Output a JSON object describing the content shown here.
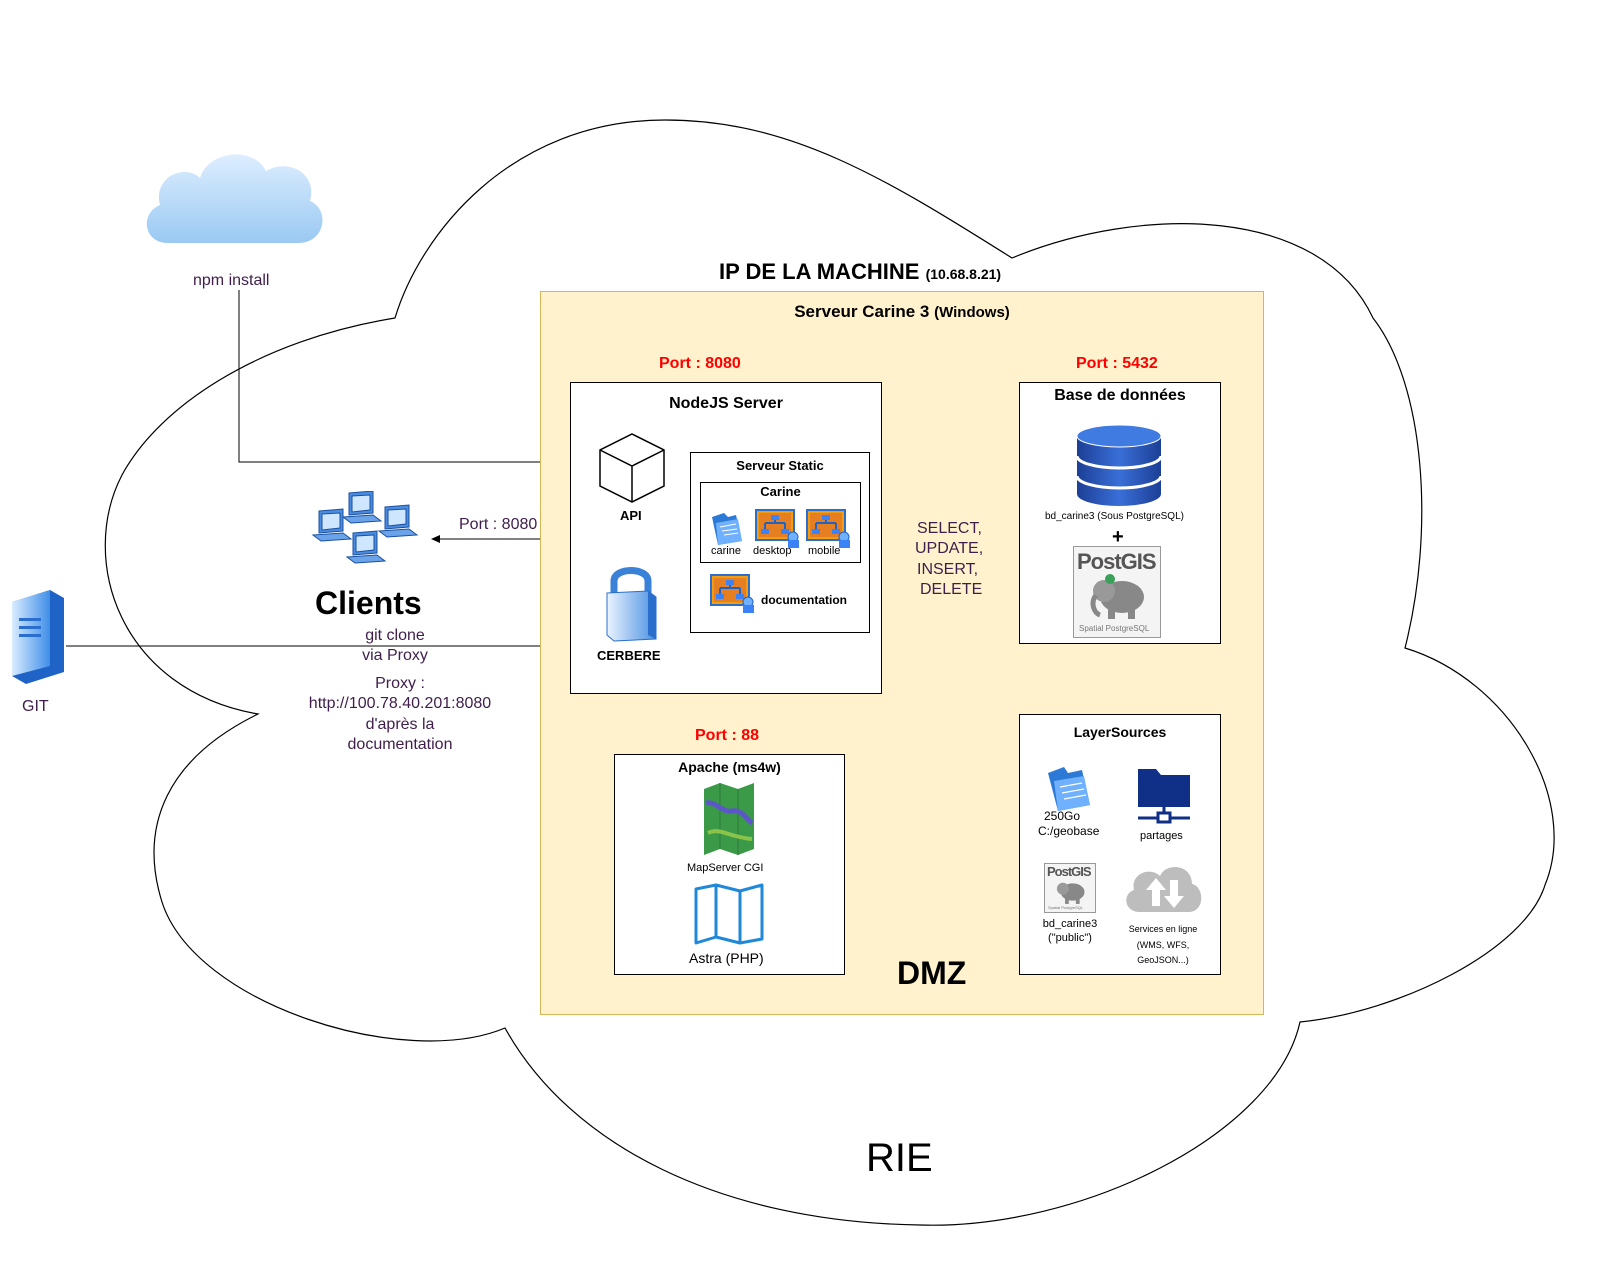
{
  "env": {
    "label": "RIE"
  },
  "machine": {
    "title": "IP DE LA MACHINE",
    "ip": "(10.68.8.21)"
  },
  "server": {
    "title": "Serveur Carine 3",
    "os": "(Windows)",
    "zone_label": "DMZ"
  },
  "npm": {
    "label": "npm install"
  },
  "git": {
    "label": "GIT"
  },
  "clients": {
    "label": "Clients",
    "port_label": "Port : 8080",
    "git_clone_line1": "git clone",
    "git_clone_line2": "via Proxy",
    "proxy_line1": "Proxy :",
    "proxy_line2": "http://100.78.40.201:8080",
    "proxy_line3": "d'après la",
    "proxy_line4": "documentation"
  },
  "node": {
    "port": "Port : 8080",
    "title": "NodeJS Server",
    "api_label": "API",
    "cerbere_label": "CERBERE",
    "static": {
      "title": "Serveur Static",
      "carine": {
        "title": "Carine",
        "items": [
          "carine",
          "desktop",
          "mobile"
        ]
      },
      "documentation_label": "documentation"
    }
  },
  "sql": {
    "line1": "SELECT,",
    "line2": "UPDATE,",
    "line3": "INSERT,",
    "line4": "DELETE"
  },
  "database": {
    "port": "Port : 5432",
    "title": "Base de données",
    "db_label": "bd_carine3 (Sous PostgreSQL)",
    "plus": "+",
    "postgis_logo": "PostGIS",
    "postgis_sub": "Spatial PostgreSQL"
  },
  "layers": {
    "title": "LayerSources",
    "geobase_line1": "250Go",
    "geobase_line2": "C:/geobase",
    "partages": "partages",
    "bd_line1": "bd_carine3",
    "bd_line2": "(\"public\")",
    "services_line1": "Services en ligne",
    "services_line2": "(WMS, WFS,",
    "services_line3": "GeoJSON...)",
    "postgis_logo": "PostGIS",
    "postgis_sub": "Spatial PostgreSQL"
  },
  "apache": {
    "port": "Port : 88",
    "title": "Apache (ms4w)",
    "mapserver_label": "MapServer CGI",
    "astra_label": "Astra (PHP)"
  },
  "colors": {
    "dmz_fill": "#fff2cc",
    "dmz_border": "#d6b656",
    "port_red": "#ff0000",
    "label_purple": "#3f1e4b",
    "cloud_blue": "#b3d7f5",
    "db_blue": "#2a5ab8"
  },
  "icons": {
    "npm": "cloud-icon",
    "git": "server-tower-icon",
    "clients": "computer-network-icon",
    "api": "cube-icon",
    "cerbere": "padlock-icon",
    "database": "database-cylinder-icon",
    "mapserver": "map-icon",
    "astra": "folded-map-icon",
    "geobase": "folder-icon",
    "partages": "network-folder-icon",
    "services": "cloud-transfer-icon"
  }
}
